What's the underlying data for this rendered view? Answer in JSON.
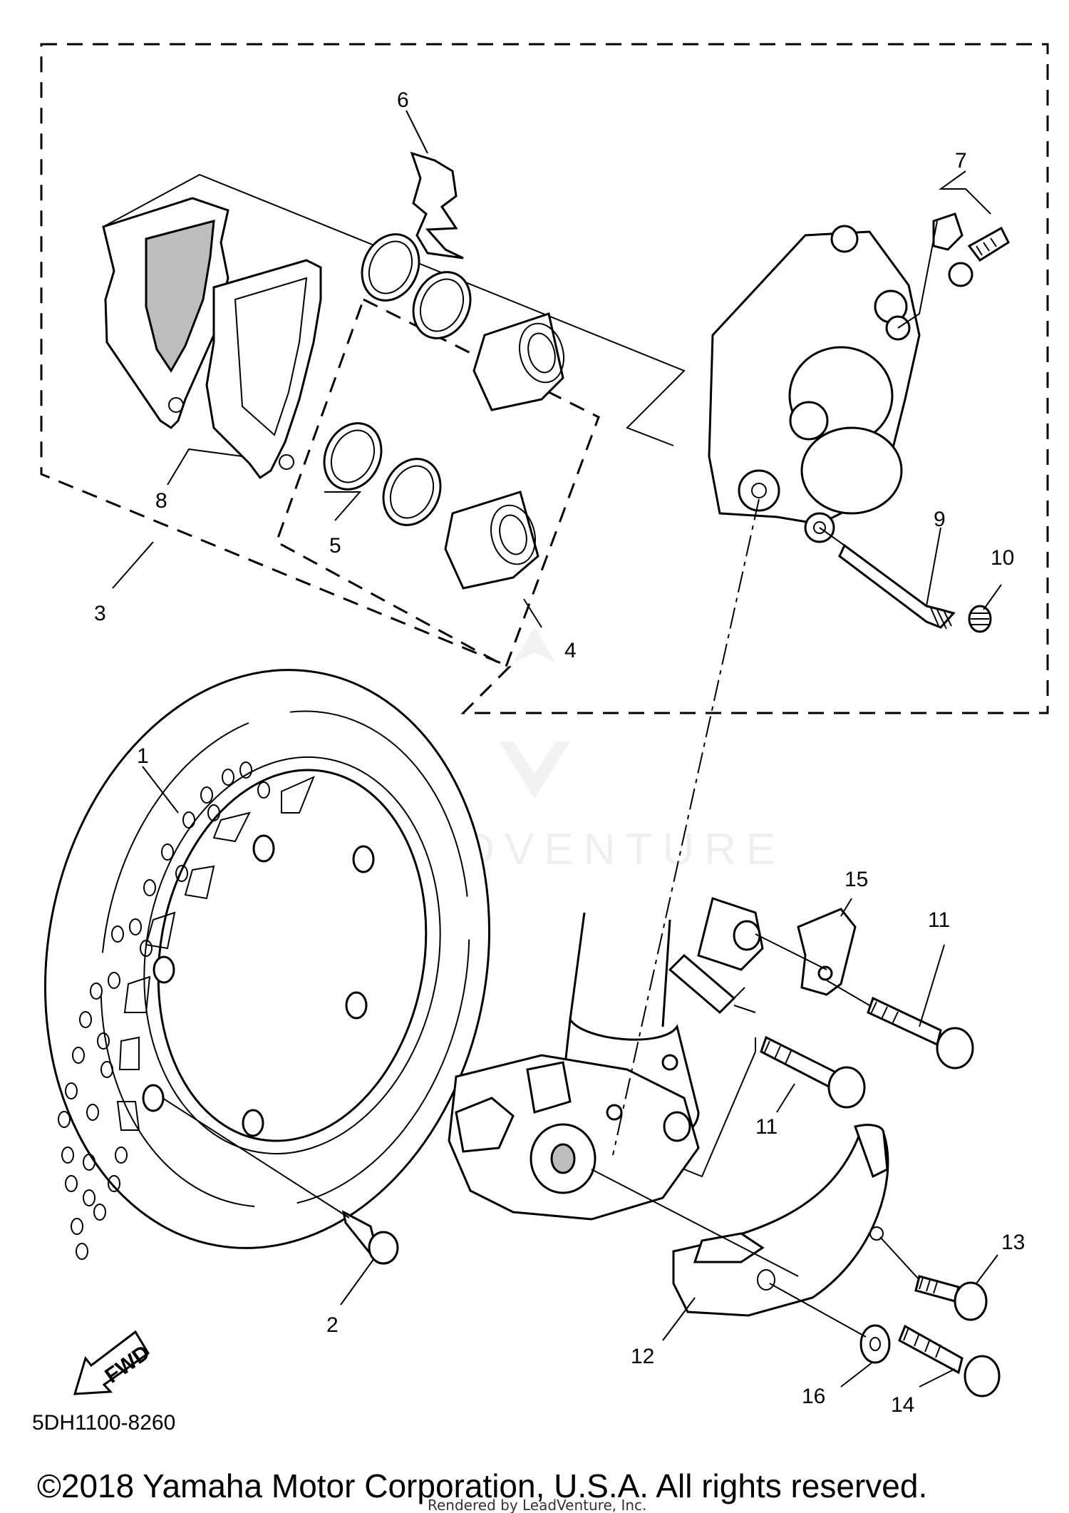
{
  "diagram": {
    "part_labels": [
      "1",
      "2",
      "3",
      "4",
      "5",
      "6",
      "7",
      "8",
      "9",
      "10",
      "11",
      "11",
      "12",
      "13",
      "14",
      "15",
      "16"
    ],
    "fwd_label": "FWD",
    "drawing_code": "5DH1100-8260",
    "watermark": "LEADVENTURE",
    "copyright": "©2018 Yamaha Motor Corporation, U.S.A. All rights reserved.",
    "rendered_by": "Rendered by LeadVenture, Inc."
  }
}
